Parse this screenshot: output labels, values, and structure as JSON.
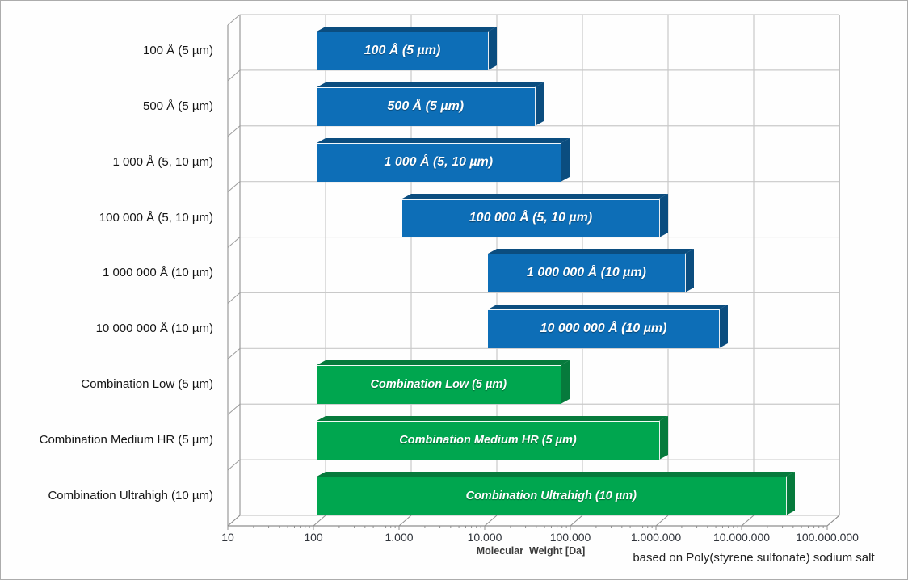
{
  "chart_data": {
    "type": "bar",
    "orientation": "horizontal-range",
    "x_scale": "log10",
    "x_min": 10,
    "x_max": 100000000,
    "x_tick_labels": [
      "10",
      "100",
      "1.000",
      "10.000",
      "100.000",
      "1.000.000",
      "10.000.000",
      "100.000.000"
    ],
    "xlabel": "Molecular  Weight [Da]",
    "annotation": "based on Poly(styrene sulfonate) sodium salt",
    "grid": true,
    "legend_position": "none",
    "bars": [
      {
        "category": "100 Å (5 µm)",
        "bar_label": "100 Å (5 µm)",
        "min_da": 100,
        "max_da": 10000,
        "group": "blue",
        "wrap": false
      },
      {
        "category": "500 Å (5 µm)",
        "bar_label": "500 Å (5 µm)",
        "min_da": 100,
        "max_da": 35000,
        "group": "blue",
        "wrap": false
      },
      {
        "category": "1 000 Å (5, 10 µm)",
        "bar_label": "1 000 Å (5, 10 µm)",
        "min_da": 100,
        "max_da": 70000,
        "group": "blue",
        "wrap": false
      },
      {
        "category": "100 000 Å (5, 10 µm)",
        "bar_label": "100 000 Å (5, 10 µm)",
        "min_da": 1000,
        "max_da": 1000000,
        "group": "blue",
        "wrap": false
      },
      {
        "category": "1 000 000 Å (10 µm)",
        "bar_label": "1 000 000 Å (10 µm)",
        "min_da": 10000,
        "max_da": 2000000,
        "group": "blue",
        "wrap": false
      },
      {
        "category": "10 000 000 Å (10 µm)",
        "bar_label": "10 000 000 Å (10 µm)",
        "min_da": 10000,
        "max_da": 5000000,
        "group": "blue",
        "wrap": false
      },
      {
        "category": "Combination Low (5 µm)",
        "bar_label": "Combination Low (5 µm)",
        "min_da": 100,
        "max_da": 70000,
        "group": "green",
        "wrap": false
      },
      {
        "category": "Combination Medium HR (5 µm)",
        "bar_label": "Combination Medium HR (5 µm)",
        "min_da": 100,
        "max_da": 1000000,
        "group": "green",
        "wrap": true
      },
      {
        "category": "Combination Ultrahigh (10 µm)",
        "bar_label": "Combination Ultrahigh (10 µm)",
        "min_da": 100,
        "max_da": 30000000,
        "group": "green",
        "wrap": false
      }
    ]
  },
  "colors": {
    "blue_front": "#0D6EB7",
    "blue_dark": "#0B4D7F",
    "green_front": "#00A64F",
    "green_dark": "#067A3C",
    "gridline": "#C9C9C9",
    "wall_edge": "#9B9B9B",
    "axis_line": "#8F8F8F",
    "tick_text": "#30343B",
    "background": "#FFFFFF"
  }
}
